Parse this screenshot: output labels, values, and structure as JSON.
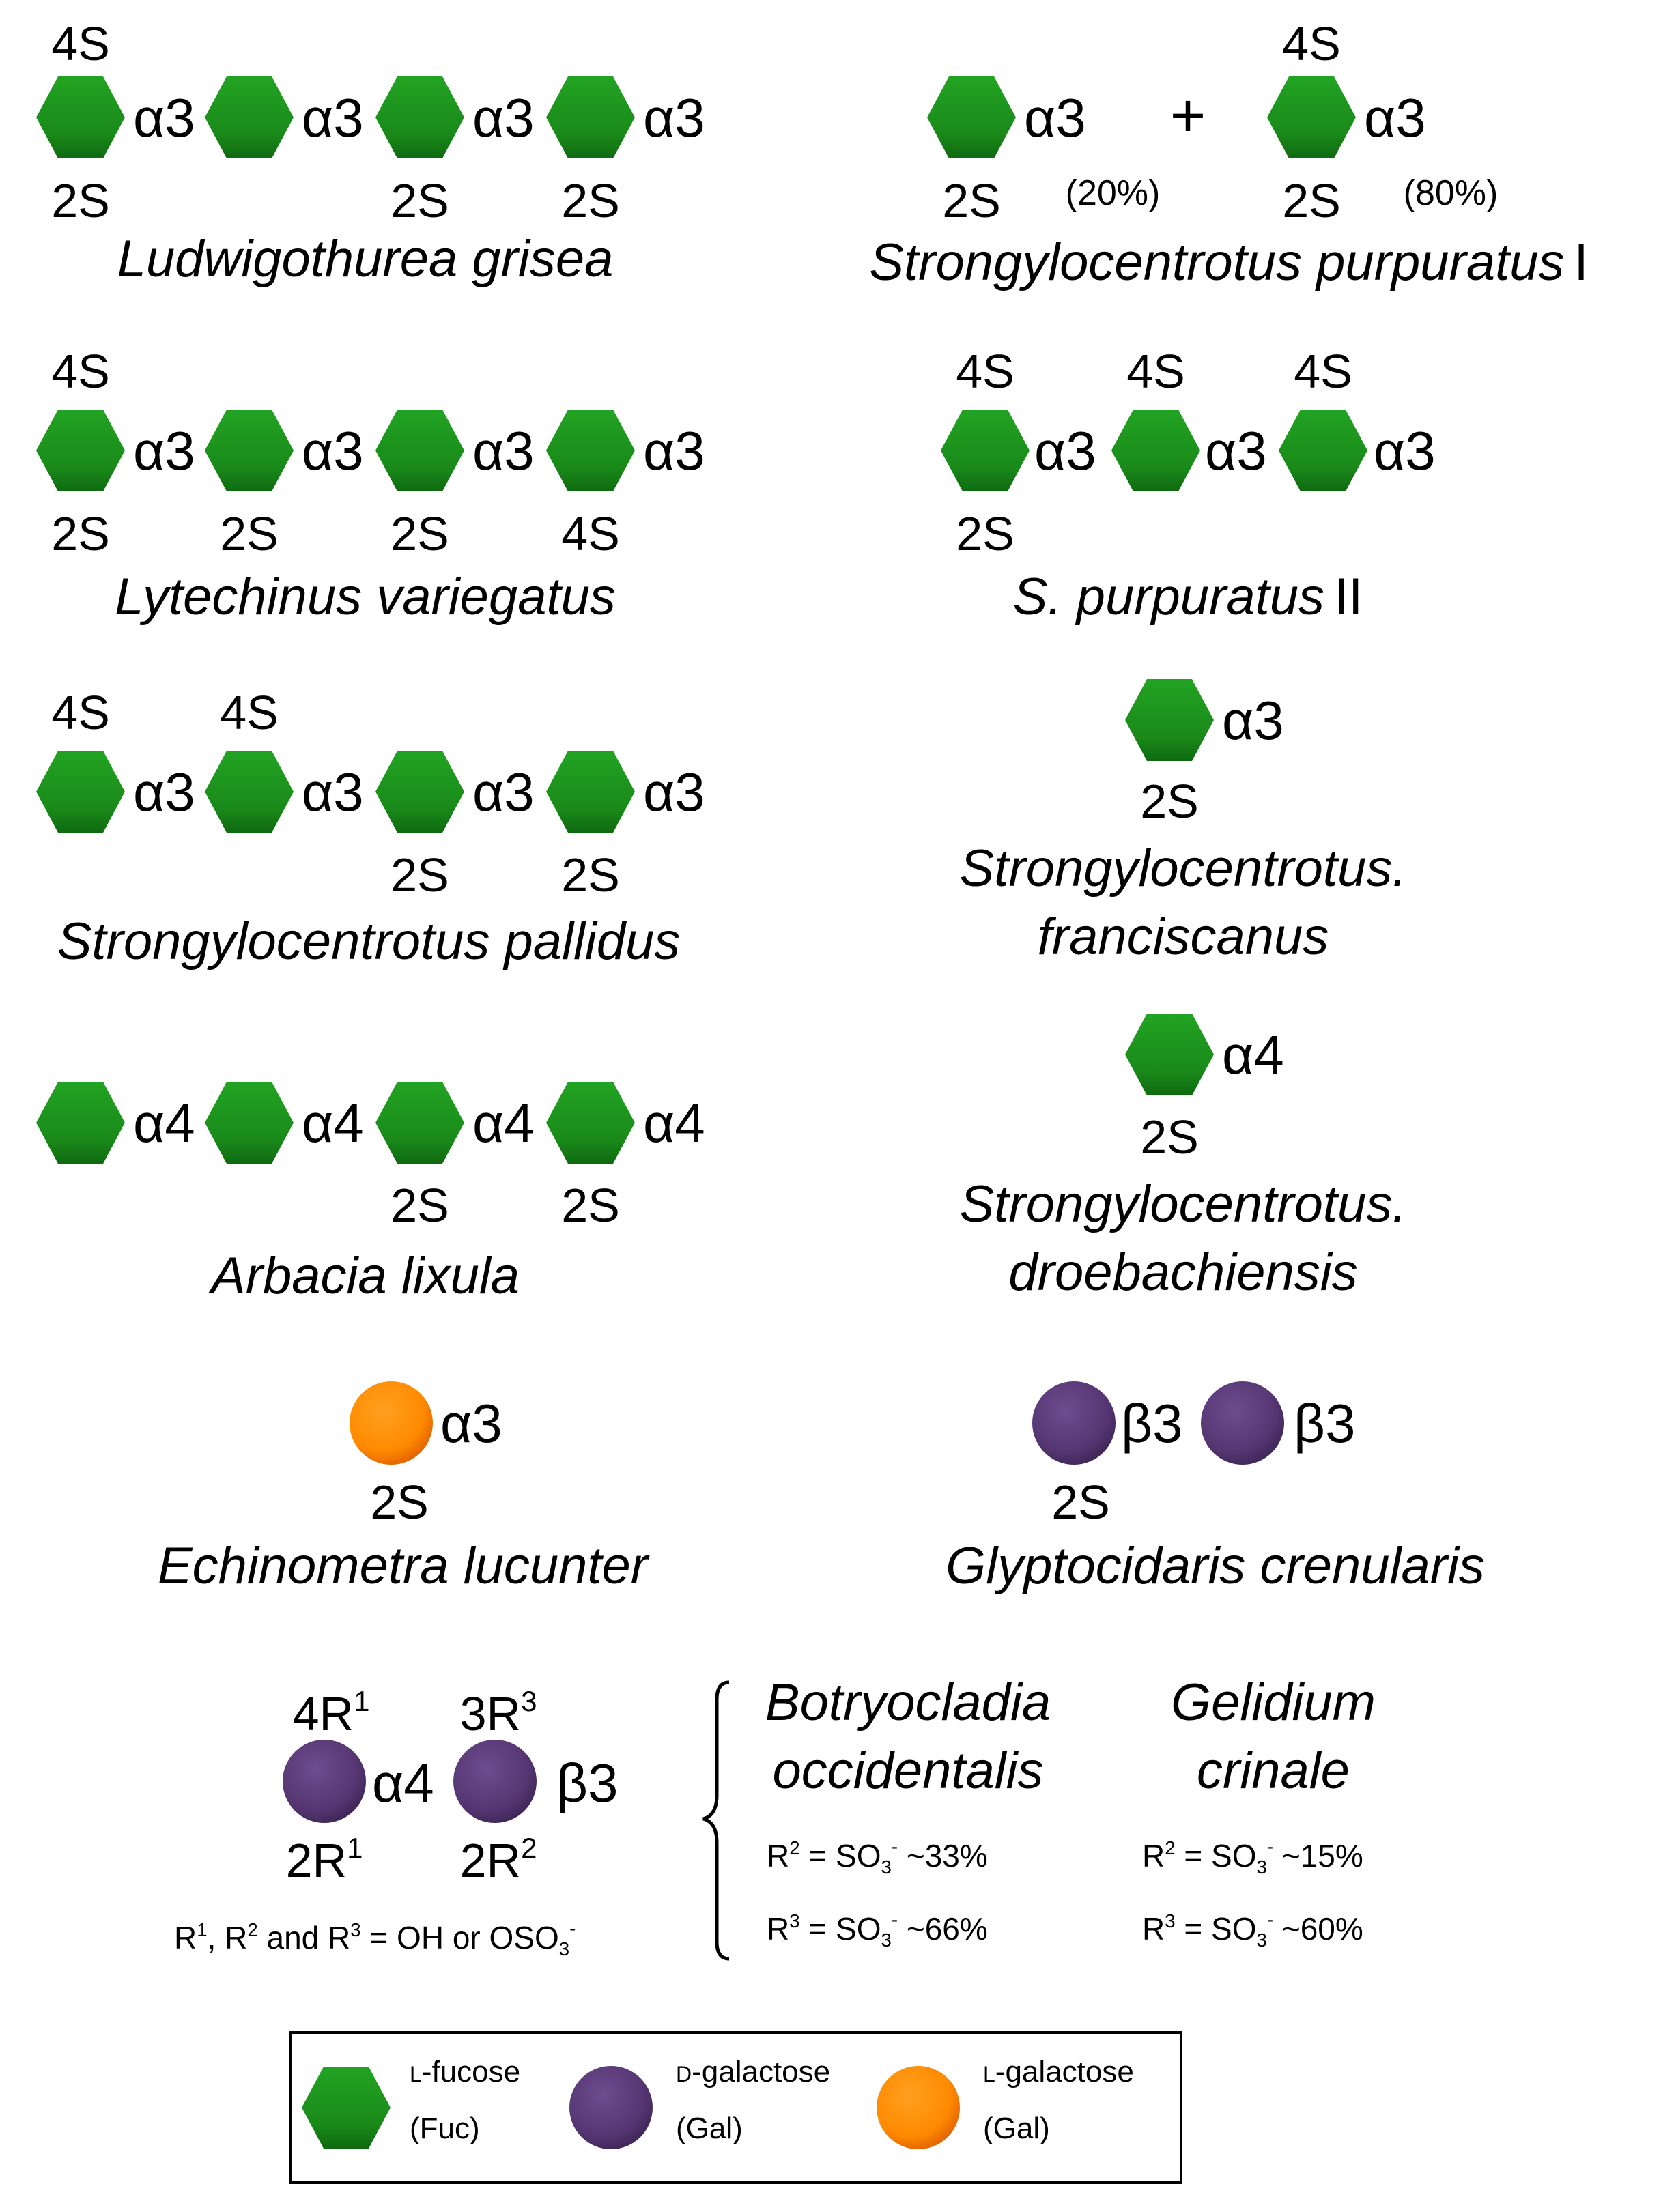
{
  "colors": {
    "fucose": "#1a8a1a",
    "fucose_dark": "#0f6a10",
    "d_galactose": "#5a3a78",
    "d_galactose_dark": "#3c2556",
    "l_galactose": "#ff8a00",
    "l_galactose_dark": "#e06000"
  },
  "icons": {
    "fucose": "green-hexagon",
    "d_galactose": "purple-circle",
    "l_galactose": "orange-circle"
  },
  "labels": {
    "s4": "4S",
    "s2": "2S",
    "a3": "α3",
    "a4": "α4",
    "b3": "β3",
    "plus": "+",
    "r1_4": "4R",
    "r1_2": "2R",
    "r3_3": "3R",
    "r2_2": "2R",
    "sup1": "1",
    "sup2": "2",
    "sup3": "3",
    "pct20": "(20%)",
    "pct80": "(80%)"
  },
  "species": {
    "l_grisea": "Ludwigothurea grisea",
    "s_purpuratus_1": "Strongylocentrotus purpuratus",
    "roman_1": "I",
    "l_variegatus": "Lytechinus variegatus",
    "s_purpuratus_2": "S. purpuratus",
    "roman_2": "II",
    "s_pallidus": "Strongylocentrotus pallidus",
    "s_franciscanus_1": "Strongylocentrotus.",
    "s_franciscanus_2": "franciscanus",
    "a_lixula": "Arbacia lixula",
    "s_droebachiensis_1": "Strongylocentrotus.",
    "s_droebachiensis_2": "droebachiensis",
    "e_lucunter": "Echinometra lucunter",
    "g_crenularis": "Glyptocidaris crenularis",
    "b_occidentalis_1": "Botryocladia",
    "b_occidentalis_2": "occidentalis",
    "g_crinale_1": "Gelidium",
    "g_crinale_2": "crinale"
  },
  "algae": {
    "r_note_a": "R",
    "r_note_b": ", R",
    "r_note_c": " and R",
    "r_note_d": " = OH or OSO",
    "r_note_sub": "3",
    "r_note_sup": "-",
    "bo_r2_a": "R",
    "bo_r2_b": " = SO",
    "bo_r2_sub": "3",
    "bo_r2_sup": "-",
    "bo_r2_val": " ~33%",
    "bo_r3_val": " ~66%",
    "gc_r2_val": " ~15%",
    "gc_r3_val": " ~60%"
  },
  "legend": {
    "fuc_name_prefix": "L",
    "fuc_name": "-fucose",
    "fuc_abbr": "(Fuc)",
    "dgal_name_prefix": "D",
    "dgal_name": "-galactose",
    "dgal_abbr": "(Gal)",
    "lgal_name_prefix": "L",
    "lgal_name": "-galactose",
    "lgal_abbr": "(Gal)"
  }
}
